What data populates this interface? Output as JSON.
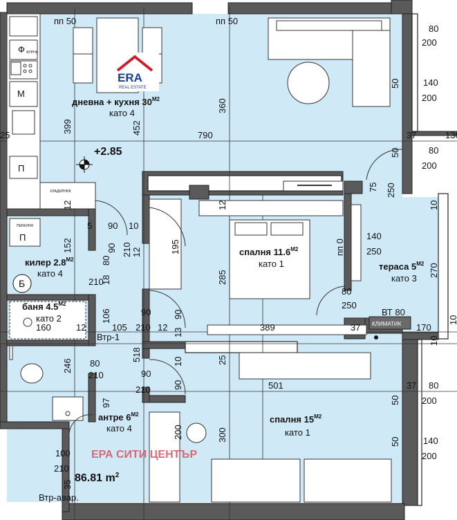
{
  "rooms": {
    "living": {
      "name": "дневна + кухня 30",
      "unit": "М2",
      "floor": "като 4"
    },
    "pantry": {
      "name": "килер 2.8",
      "unit": "М2",
      "floor": "като 4"
    },
    "bath": {
      "name": "баня 4.5",
      "unit": "М2",
      "floor": "като 2"
    },
    "hall": {
      "name": "антре 6",
      "unit": "М2",
      "floor": "като 4"
    },
    "bedroom1": {
      "name": "спалня 11.6",
      "unit": "М2",
      "floor": "като 1"
    },
    "terrace": {
      "name": "тераса 5",
      "unit": "М2",
      "floor": "като 3"
    },
    "bedroom2": {
      "name": "спалня 15",
      "unit": "М2",
      "floor": "като 1"
    }
  },
  "labels": {
    "level": "+2.85",
    "area": "86.81 m",
    "area_sup": "2",
    "watermark": "ЕРА СИТИ ЦЕНТЪР",
    "logo": "ERA",
    "logo_sub": "REAL ESTATE",
    "wall_b": "Б",
    "klimatik": "КЛИМАТИК",
    "vt": "ВТ 80",
    "vtr1": "Втр-1",
    "vtr_avar": "Втр-авар.",
    "pp_a": "пп 50",
    "pp_b": "пп 50",
    "pp_0": "пп 0",
    "appliance_furna": "ФУРНА",
    "appliance_hlad": "ХЛАДИЛНИК",
    "appliance_peralnya": "ПЕРАЛНЯ"
  },
  "dims": {
    "d80a": "80",
    "d200a": "200",
    "d50a": "50",
    "d140a": "140",
    "d200b": "200",
    "d790": "790",
    "d399": "399",
    "d452": "452",
    "d360": "360",
    "d37a": "37",
    "d130": "130",
    "d25a": "25",
    "d50b": "50",
    "d80b": "80",
    "d200c": "200",
    "d75": "75",
    "d250a": "250",
    "d12a": "12",
    "d12b": "12",
    "d5": "5",
    "d90a": "90",
    "d10a": "10",
    "d152": "152",
    "d90b": "90",
    "d210a": "210",
    "d12c": "12",
    "d195": "195",
    "d10b": "10",
    "d140b": "140",
    "d250b": "250",
    "d270": "270",
    "d80c": "80",
    "d18": "18",
    "d210b": "210",
    "d285": "285",
    "d80d": "80",
    "d250c": "250",
    "d106": "106",
    "d105": "105",
    "d90c": "90",
    "d210c": "210",
    "d12d": "12",
    "d90d": "90",
    "d389": "389",
    "d12e": "12",
    "d160": "160",
    "d37b": "37",
    "d170": "170",
    "d10c": "10",
    "d10d": "10",
    "d246": "246",
    "d518": "518",
    "d13": "13",
    "d25b": "25",
    "d10e": "10",
    "d80e": "80",
    "d210d": "210",
    "d90e": "90",
    "d210e": "210",
    "d90f": "90",
    "d501": "501",
    "d37c": "37",
    "d50c": "50",
    "d80f": "80",
    "d200d": "200",
    "d97": "97",
    "d200e": "200",
    "d300": "300",
    "d50d": "50",
    "d140c": "140",
    "d200f": "200",
    "d100": "100",
    "d210f": "210",
    "d35": "35"
  },
  "colors": {
    "floor": "#cfe9f7",
    "wall": "#5a5a5a",
    "logo_red": "#cc1f2b",
    "logo_blue": "#1b3f8f",
    "watermark": "#d9535f"
  }
}
